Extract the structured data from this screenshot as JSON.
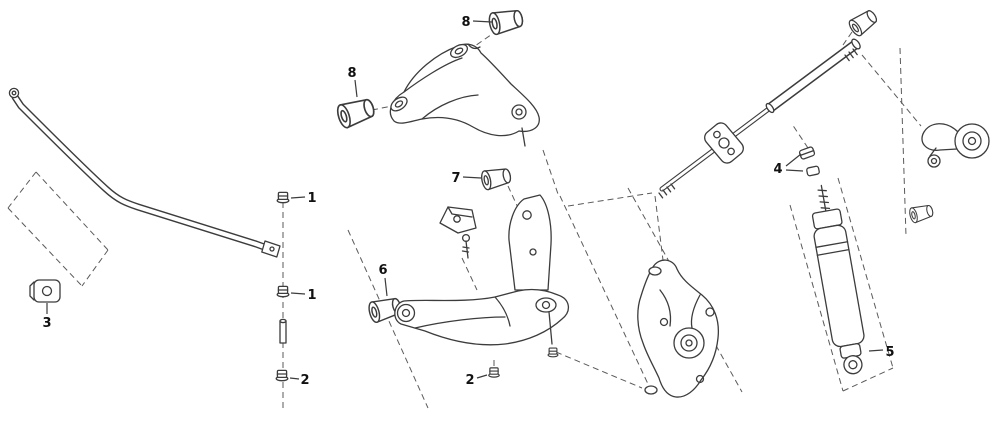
{
  "diagram": {
    "background_color": "#ffffff",
    "line_color": "#3c3c3c",
    "dash_color": "#5a5a5a",
    "label_color": "#111111",
    "callouts": {
      "c8_top": "8",
      "c8_left": "8",
      "c7": "7",
      "c6": "6",
      "c1_upper": "1",
      "c1_lower": "1",
      "c2_left": "2",
      "c2_mid": "2",
      "c3": "3",
      "c4": "4",
      "c5": "5"
    }
  }
}
